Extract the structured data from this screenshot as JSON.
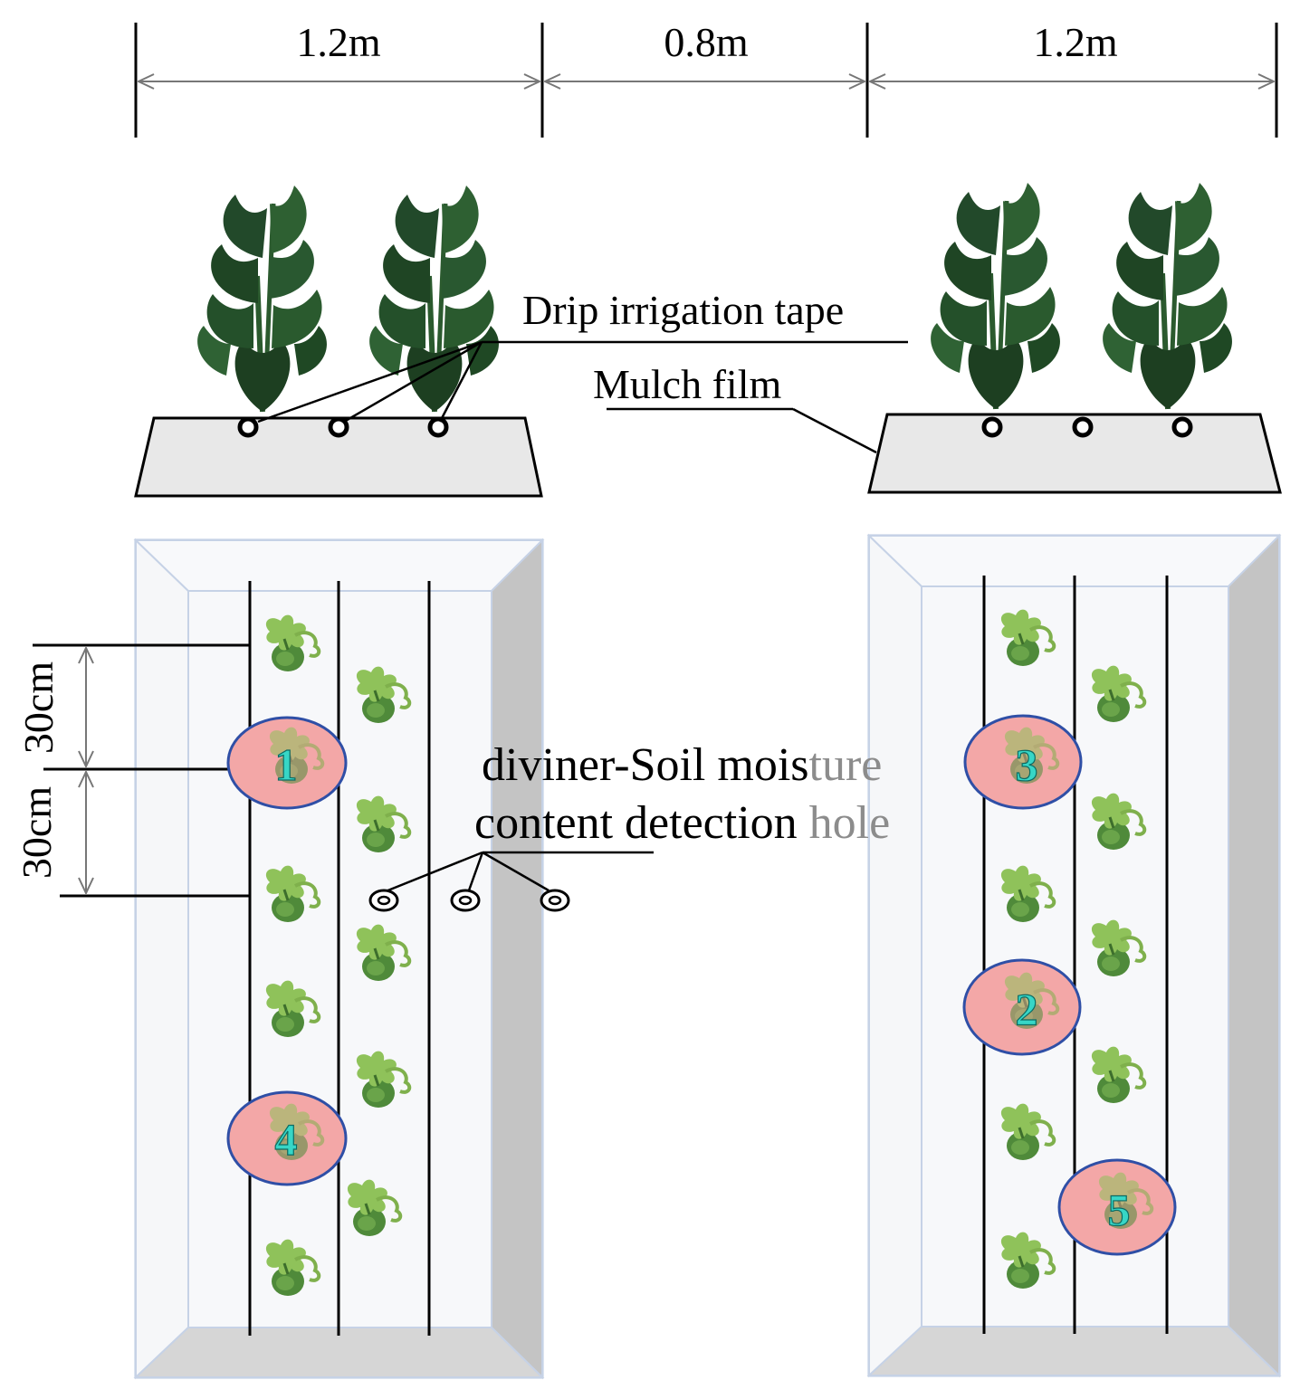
{
  "dimensions": {
    "left_bed_width": "1.2m",
    "gap_width": "0.8m",
    "right_bed_width": "1.2m",
    "plant_spacing_top": "30cm",
    "plant_spacing_bottom": "30cm"
  },
  "labels": {
    "drip_tape": "Drip irrigation tape",
    "mulch_film": "Mulch film",
    "diviner_line1_dark": "diviner-Soil mois",
    "diviner_line1_light": "ture",
    "diviner_line2_dark": "content detection ",
    "diviner_line2_light": "hole"
  },
  "detection_holes": {
    "hole_1": "1",
    "hole_2": "2",
    "hole_3": "3",
    "hole_4": "4",
    "hole_5": "5"
  },
  "colors": {
    "plant_dark": "#1f4d26",
    "plant_light": "#5f9a3a",
    "bed_fill": "#e8e8e8",
    "field_border": "#b8c8e0",
    "field_inner": "#f7f8fa",
    "field_shade": "#c4c4c4",
    "hole_fill": "#f3a7a7",
    "hole_stroke": "#2f4fa6",
    "number_fill": "#37d6c6"
  }
}
